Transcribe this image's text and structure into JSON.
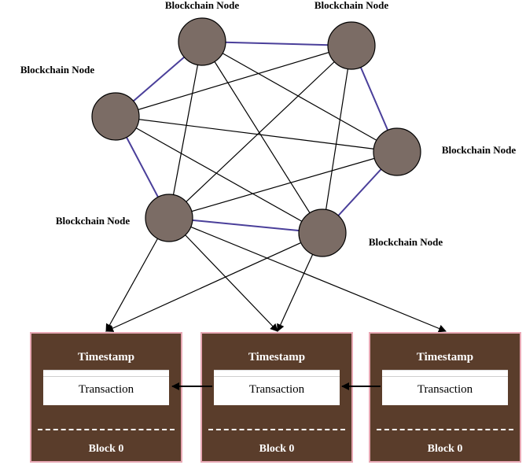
{
  "diagram": {
    "nodes": [
      {
        "id": "n1",
        "label": "Blockchain Node"
      },
      {
        "id": "n2",
        "label": "Blockchain Node"
      },
      {
        "id": "n3",
        "label": "Blockchain Node"
      },
      {
        "id": "n4",
        "label": "Blockchain Node"
      },
      {
        "id": "n5",
        "label": "Blockchain Node"
      },
      {
        "id": "n6",
        "label": "Blockchain Node"
      }
    ],
    "ring_edges": [
      [
        "n1",
        "n2"
      ],
      [
        "n2",
        "n4"
      ],
      [
        "n4",
        "n6"
      ],
      [
        "n6",
        "n5"
      ],
      [
        "n5",
        "n3"
      ],
      [
        "n3",
        "n1"
      ]
    ],
    "cross_edges": [
      [
        "n1",
        "n5"
      ],
      [
        "n1",
        "n6"
      ],
      [
        "n2",
        "n3"
      ],
      [
        "n2",
        "n5"
      ],
      [
        "n2",
        "n6"
      ],
      [
        "n3",
        "n4"
      ],
      [
        "n3",
        "n6"
      ],
      [
        "n4",
        "n5"
      ],
      [
        "n1",
        "n4"
      ]
    ],
    "node_to_block_edges": [
      [
        "n5",
        "b1"
      ],
      [
        "n5",
        "b2"
      ],
      [
        "n5",
        "b3"
      ],
      [
        "n6",
        "b1"
      ],
      [
        "n6",
        "b2"
      ]
    ],
    "block_links": [
      [
        "b2",
        "b1"
      ],
      [
        "b3",
        "b2"
      ]
    ],
    "colors": {
      "node_fill": "#7b6c65",
      "ring_edge": "#4a3f9a",
      "edge": "#000000",
      "block_fill": "#5a3d2b",
      "block_border": "#e8a8b4"
    }
  },
  "blocks": [
    {
      "id": "b1",
      "timestamp": "Timestamp",
      "transaction": "Transaction",
      "label": "Block 0"
    },
    {
      "id": "b2",
      "timestamp": "Timestamp",
      "transaction": "Transaction",
      "label": "Block 0"
    },
    {
      "id": "b3",
      "timestamp": "Timestamp",
      "transaction": "Transaction",
      "label": "Block 0"
    }
  ]
}
